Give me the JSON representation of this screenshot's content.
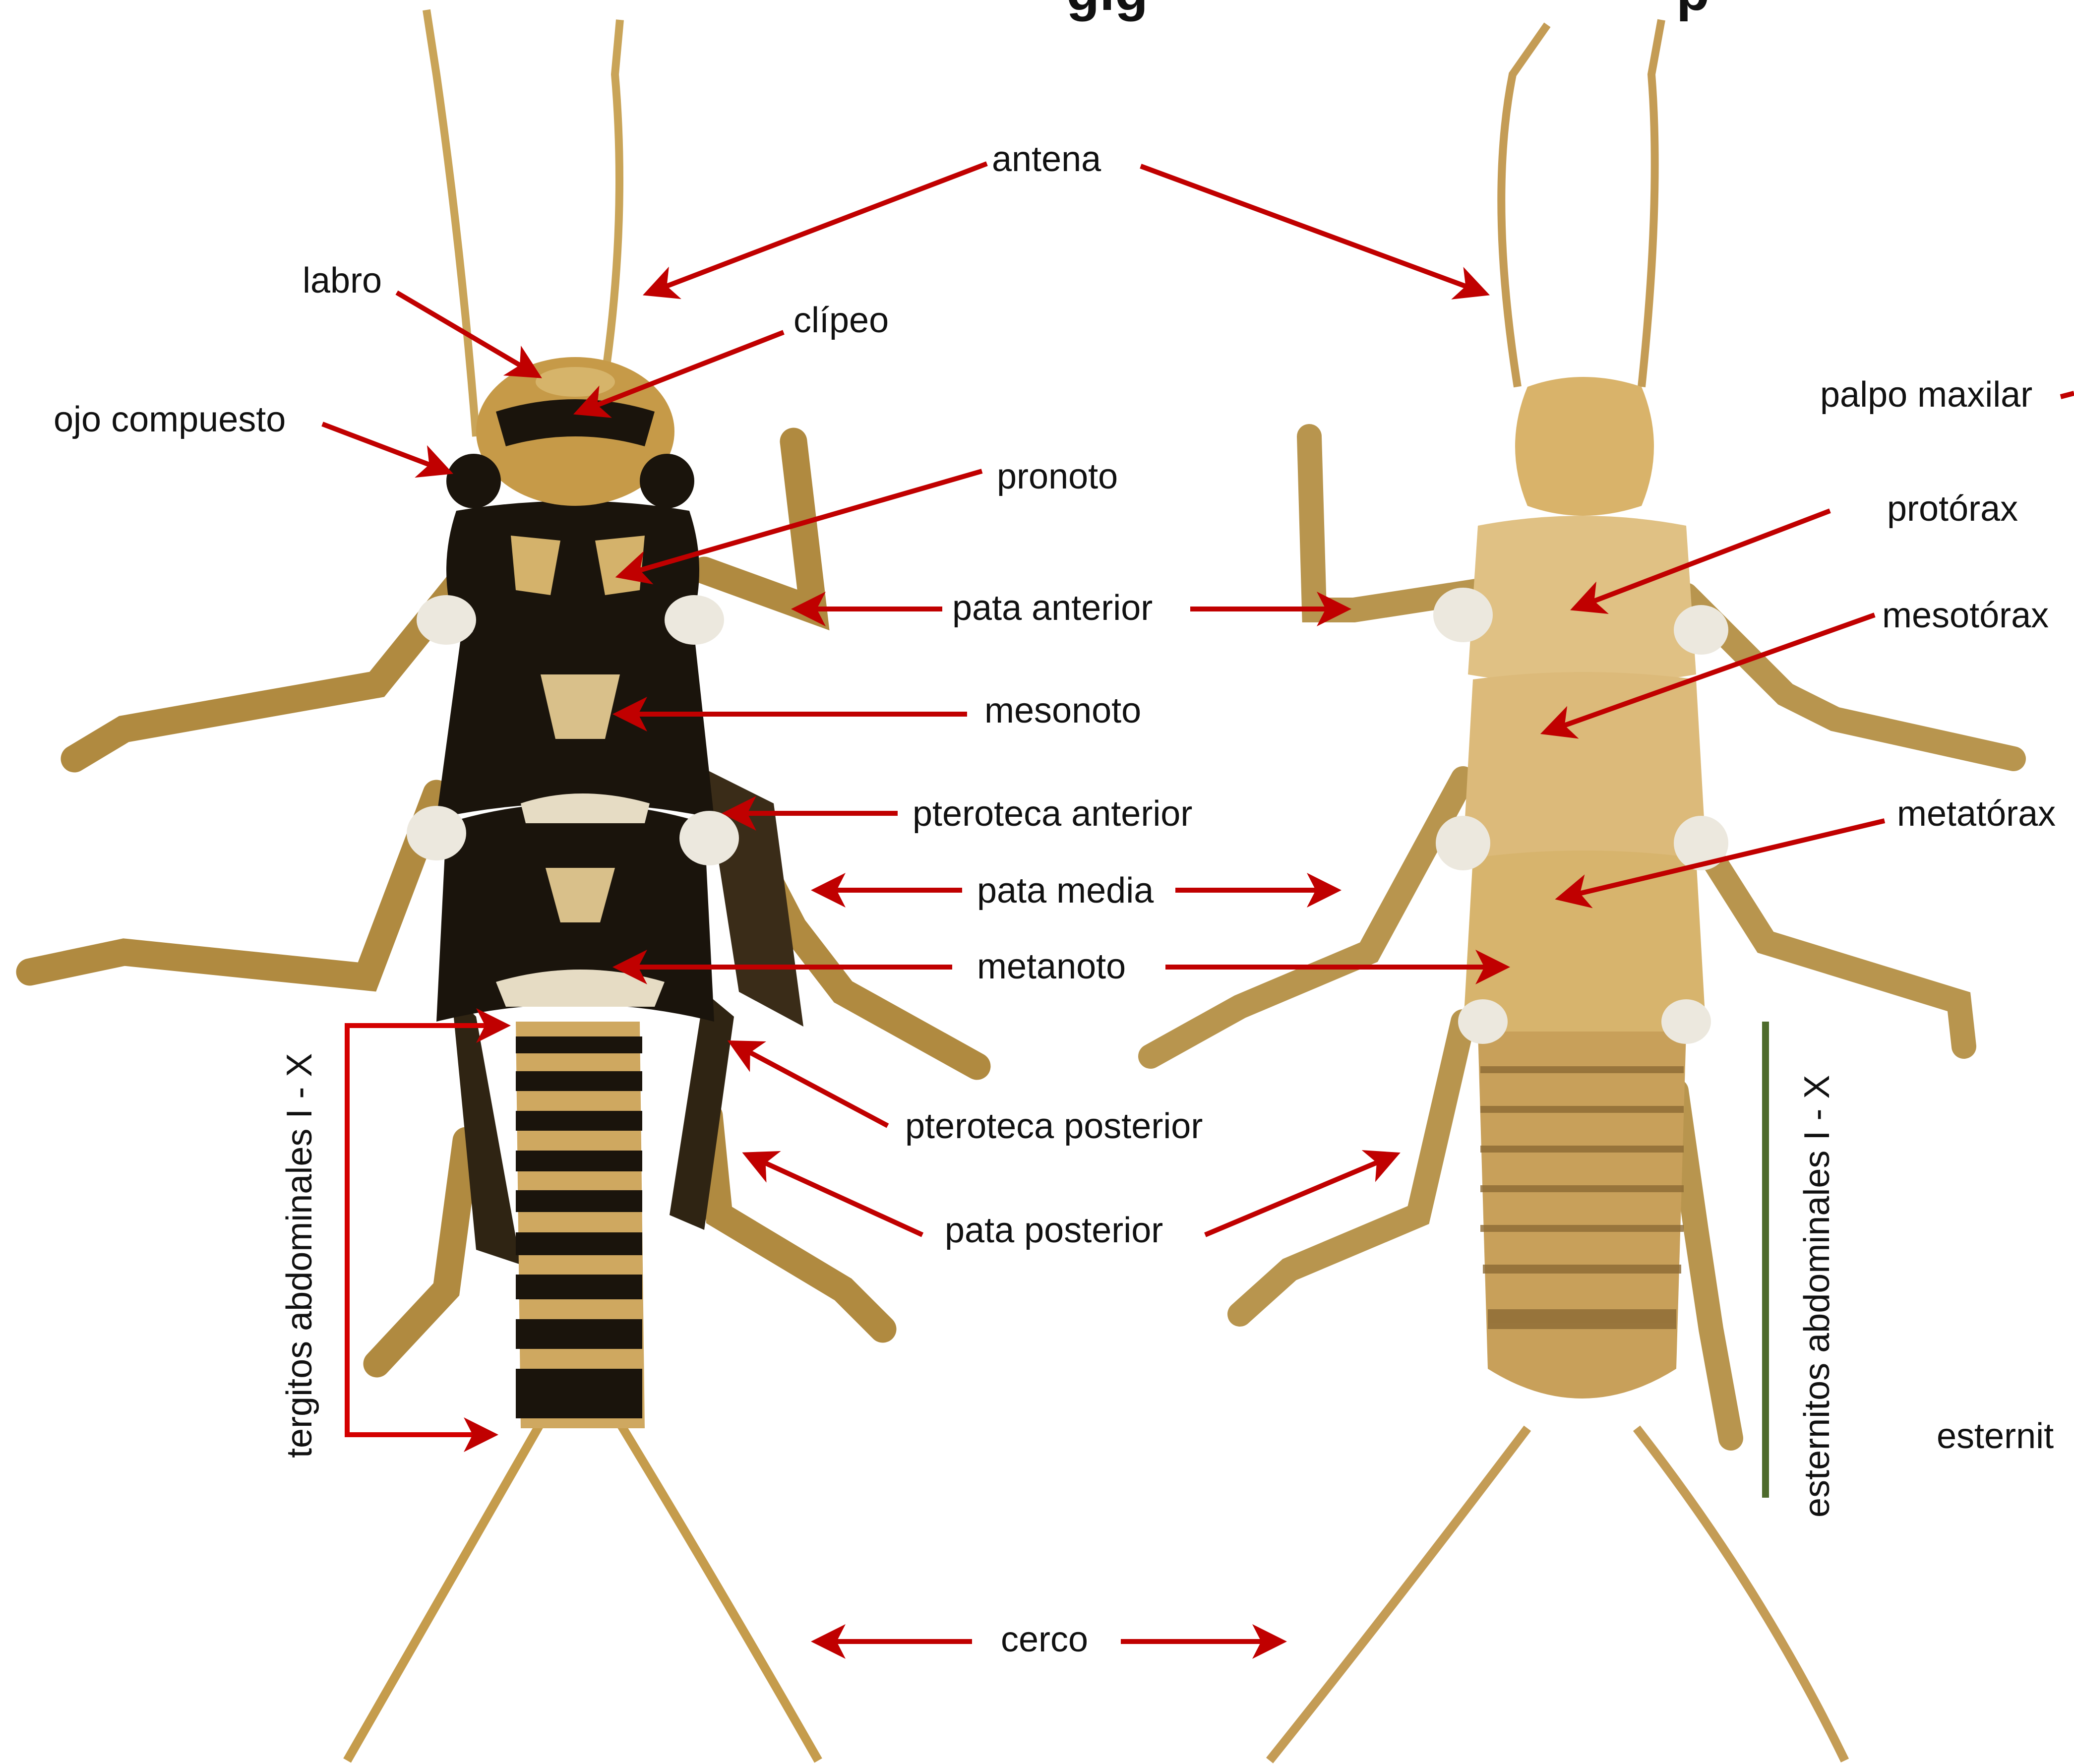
{
  "colors": {
    "arrow": "#c00000",
    "bracket": "#d40000",
    "green_bar": "#4e6b2c",
    "dorsal_body_dark": "#1a140c",
    "dorsal_body_light": "#caa45a",
    "ventral_body": "#d7b46d",
    "gills": "#ece8de"
  },
  "title_partial": "gig",
  "title_partial_right": "p",
  "labels": {
    "antena": "antena",
    "labro": "labro",
    "clipeo": "clípeo",
    "ojo_compuesto": "ojo compuesto",
    "pronoto": "pronoto",
    "pata_anterior": "pata anterior",
    "mesonoto": "mesonoto",
    "pteroteca_anterior": "pteroteca anterior",
    "pata_media": "pata media",
    "metanoto": "metanoto",
    "pteroteca_posterior": "pteroteca posterior",
    "pata_posterior": "pata posterior",
    "cerco": "cerco",
    "tergitos": "tergitos abdominales I - X",
    "esternitos": "esternitos abdominales I - X",
    "palpo_maxilar": "palpo maxilar",
    "protorax": "protórax",
    "mesotorax": "mesotórax",
    "metatorax": "metatórax",
    "esternito_cut": "esternit"
  },
  "icons": {
    "dorsal": "stonefly-nymph-dorsal-view-icon",
    "ventral": "stonefly-nymph-ventral-view-icon"
  }
}
